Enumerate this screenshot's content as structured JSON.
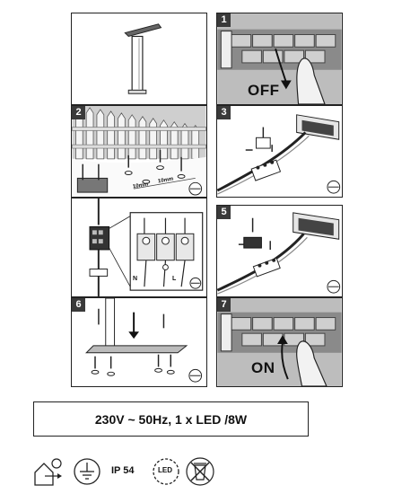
{
  "steps": [
    {
      "number": "",
      "label": ""
    },
    {
      "number": "1",
      "label": "OFF"
    },
    {
      "number": "2",
      "label": ""
    },
    {
      "number": "3",
      "label": ""
    },
    {
      "number": "",
      "label": ""
    },
    {
      "number": "5",
      "label": ""
    },
    {
      "number": "6",
      "label": ""
    },
    {
      "number": "7",
      "label": "ON"
    }
  ],
  "wiring": {
    "terminal_labels": [
      "N",
      "L"
    ]
  },
  "spacing_labels": [
    "10mm",
    "10mm"
  ],
  "spec_text": "230V ~ 50Hz, 1 x LED /8W",
  "symbols": [
    {
      "icon": "outdoor-house-icon",
      "text": ""
    },
    {
      "icon": "earth-ground-icon",
      "text": ""
    },
    {
      "icon": "ip-rating-icon",
      "text": "IP 54"
    },
    {
      "icon": "led-icon",
      "text": "LED"
    },
    {
      "icon": "crossed-bin-icon",
      "text": ""
    }
  ]
}
